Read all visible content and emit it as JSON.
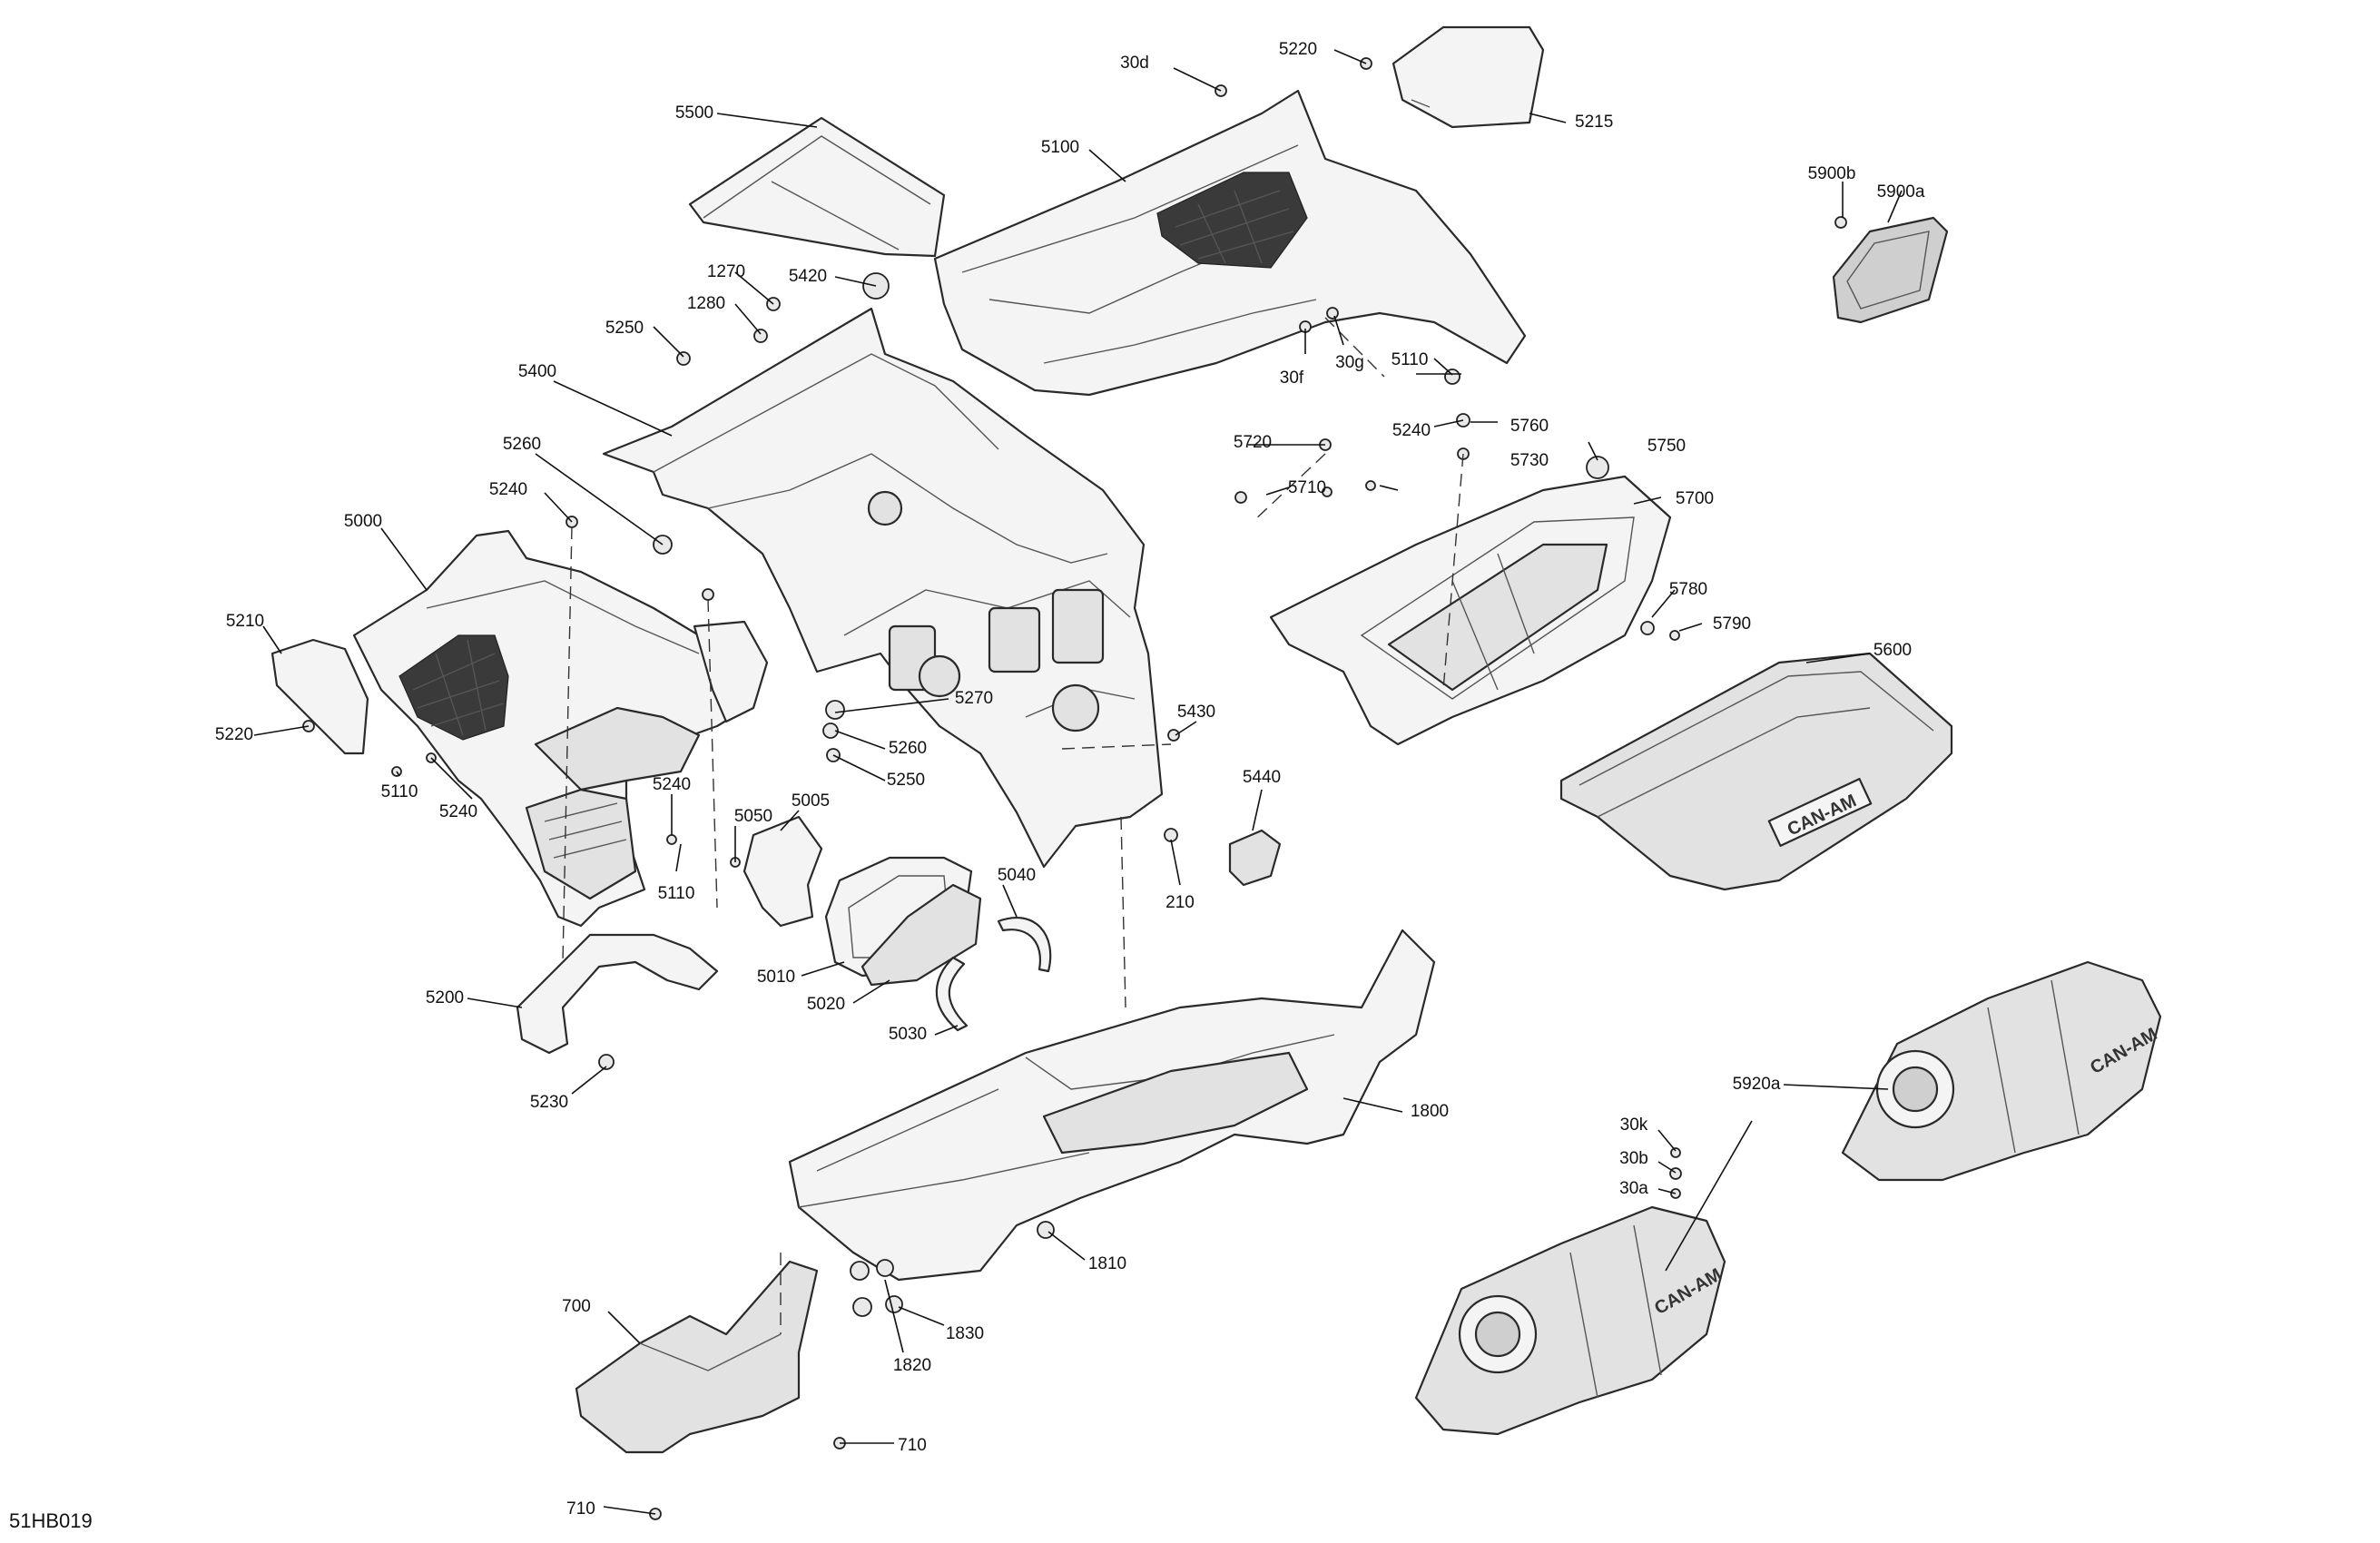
{
  "drawing_id": "51HB019",
  "brand_mark": "CAN-AM",
  "callouts": [
    {
      "id": "c-30d",
      "text": "30d"
    },
    {
      "id": "c-5220-top",
      "text": "5220"
    },
    {
      "id": "c-5215",
      "text": "5215"
    },
    {
      "id": "c-5500",
      "text": "5500"
    },
    {
      "id": "c-5100",
      "text": "5100"
    },
    {
      "id": "c-5900b",
      "text": "5900b"
    },
    {
      "id": "c-5900a",
      "text": "5900a"
    },
    {
      "id": "c-1270",
      "text": "1270"
    },
    {
      "id": "c-5420",
      "text": "5420"
    },
    {
      "id": "c-1280",
      "text": "1280"
    },
    {
      "id": "c-5250-top",
      "text": "5250"
    },
    {
      "id": "c-30f",
      "text": "30f"
    },
    {
      "id": "c-30g",
      "text": "30g"
    },
    {
      "id": "c-5110-top",
      "text": "5110"
    },
    {
      "id": "c-5400",
      "text": "5400"
    },
    {
      "id": "c-5240-right",
      "text": "5240"
    },
    {
      "id": "c-5760",
      "text": "5760"
    },
    {
      "id": "c-5720",
      "text": "5720"
    },
    {
      "id": "c-5730",
      "text": "5730"
    },
    {
      "id": "c-5750",
      "text": "5750"
    },
    {
      "id": "c-5260-top",
      "text": "5260"
    },
    {
      "id": "c-5710",
      "text": "5710"
    },
    {
      "id": "c-5700",
      "text": "5700"
    },
    {
      "id": "c-5240-top",
      "text": "5240"
    },
    {
      "id": "c-5000",
      "text": "5000"
    },
    {
      "id": "c-5780",
      "text": "5780"
    },
    {
      "id": "c-5790",
      "text": "5790"
    },
    {
      "id": "c-5210",
      "text": "5210"
    },
    {
      "id": "c-5600",
      "text": "5600"
    },
    {
      "id": "c-5270",
      "text": "5270"
    },
    {
      "id": "c-5260-mid",
      "text": "5260"
    },
    {
      "id": "c-5430",
      "text": "5430"
    },
    {
      "id": "c-5220-left",
      "text": "5220"
    },
    {
      "id": "c-5250-mid",
      "text": "5250"
    },
    {
      "id": "c-5110-left",
      "text": "5110"
    },
    {
      "id": "c-5240-left",
      "text": "5240"
    },
    {
      "id": "c-5240-mid",
      "text": "5240"
    },
    {
      "id": "c-5005",
      "text": "5005"
    },
    {
      "id": "c-5050",
      "text": "5050"
    },
    {
      "id": "c-5440",
      "text": "5440"
    },
    {
      "id": "c-210",
      "text": "210"
    },
    {
      "id": "c-5110-mid",
      "text": "5110"
    },
    {
      "id": "c-5040",
      "text": "5040"
    },
    {
      "id": "c-5010",
      "text": "5010"
    },
    {
      "id": "c-5020",
      "text": "5020"
    },
    {
      "id": "c-5200",
      "text": "5200"
    },
    {
      "id": "c-5030",
      "text": "5030"
    },
    {
      "id": "c-5230",
      "text": "5230"
    },
    {
      "id": "c-1800",
      "text": "1800"
    },
    {
      "id": "c-5920a",
      "text": "5920a"
    },
    {
      "id": "c-30k",
      "text": "30k"
    },
    {
      "id": "c-30b",
      "text": "30b"
    },
    {
      "id": "c-30a",
      "text": "30a"
    },
    {
      "id": "c-1810",
      "text": "1810"
    },
    {
      "id": "c-700",
      "text": "700"
    },
    {
      "id": "c-1830",
      "text": "1830"
    },
    {
      "id": "c-1820",
      "text": "1820"
    },
    {
      "id": "c-710-right",
      "text": "710"
    },
    {
      "id": "c-710-bottom",
      "text": "710"
    }
  ]
}
